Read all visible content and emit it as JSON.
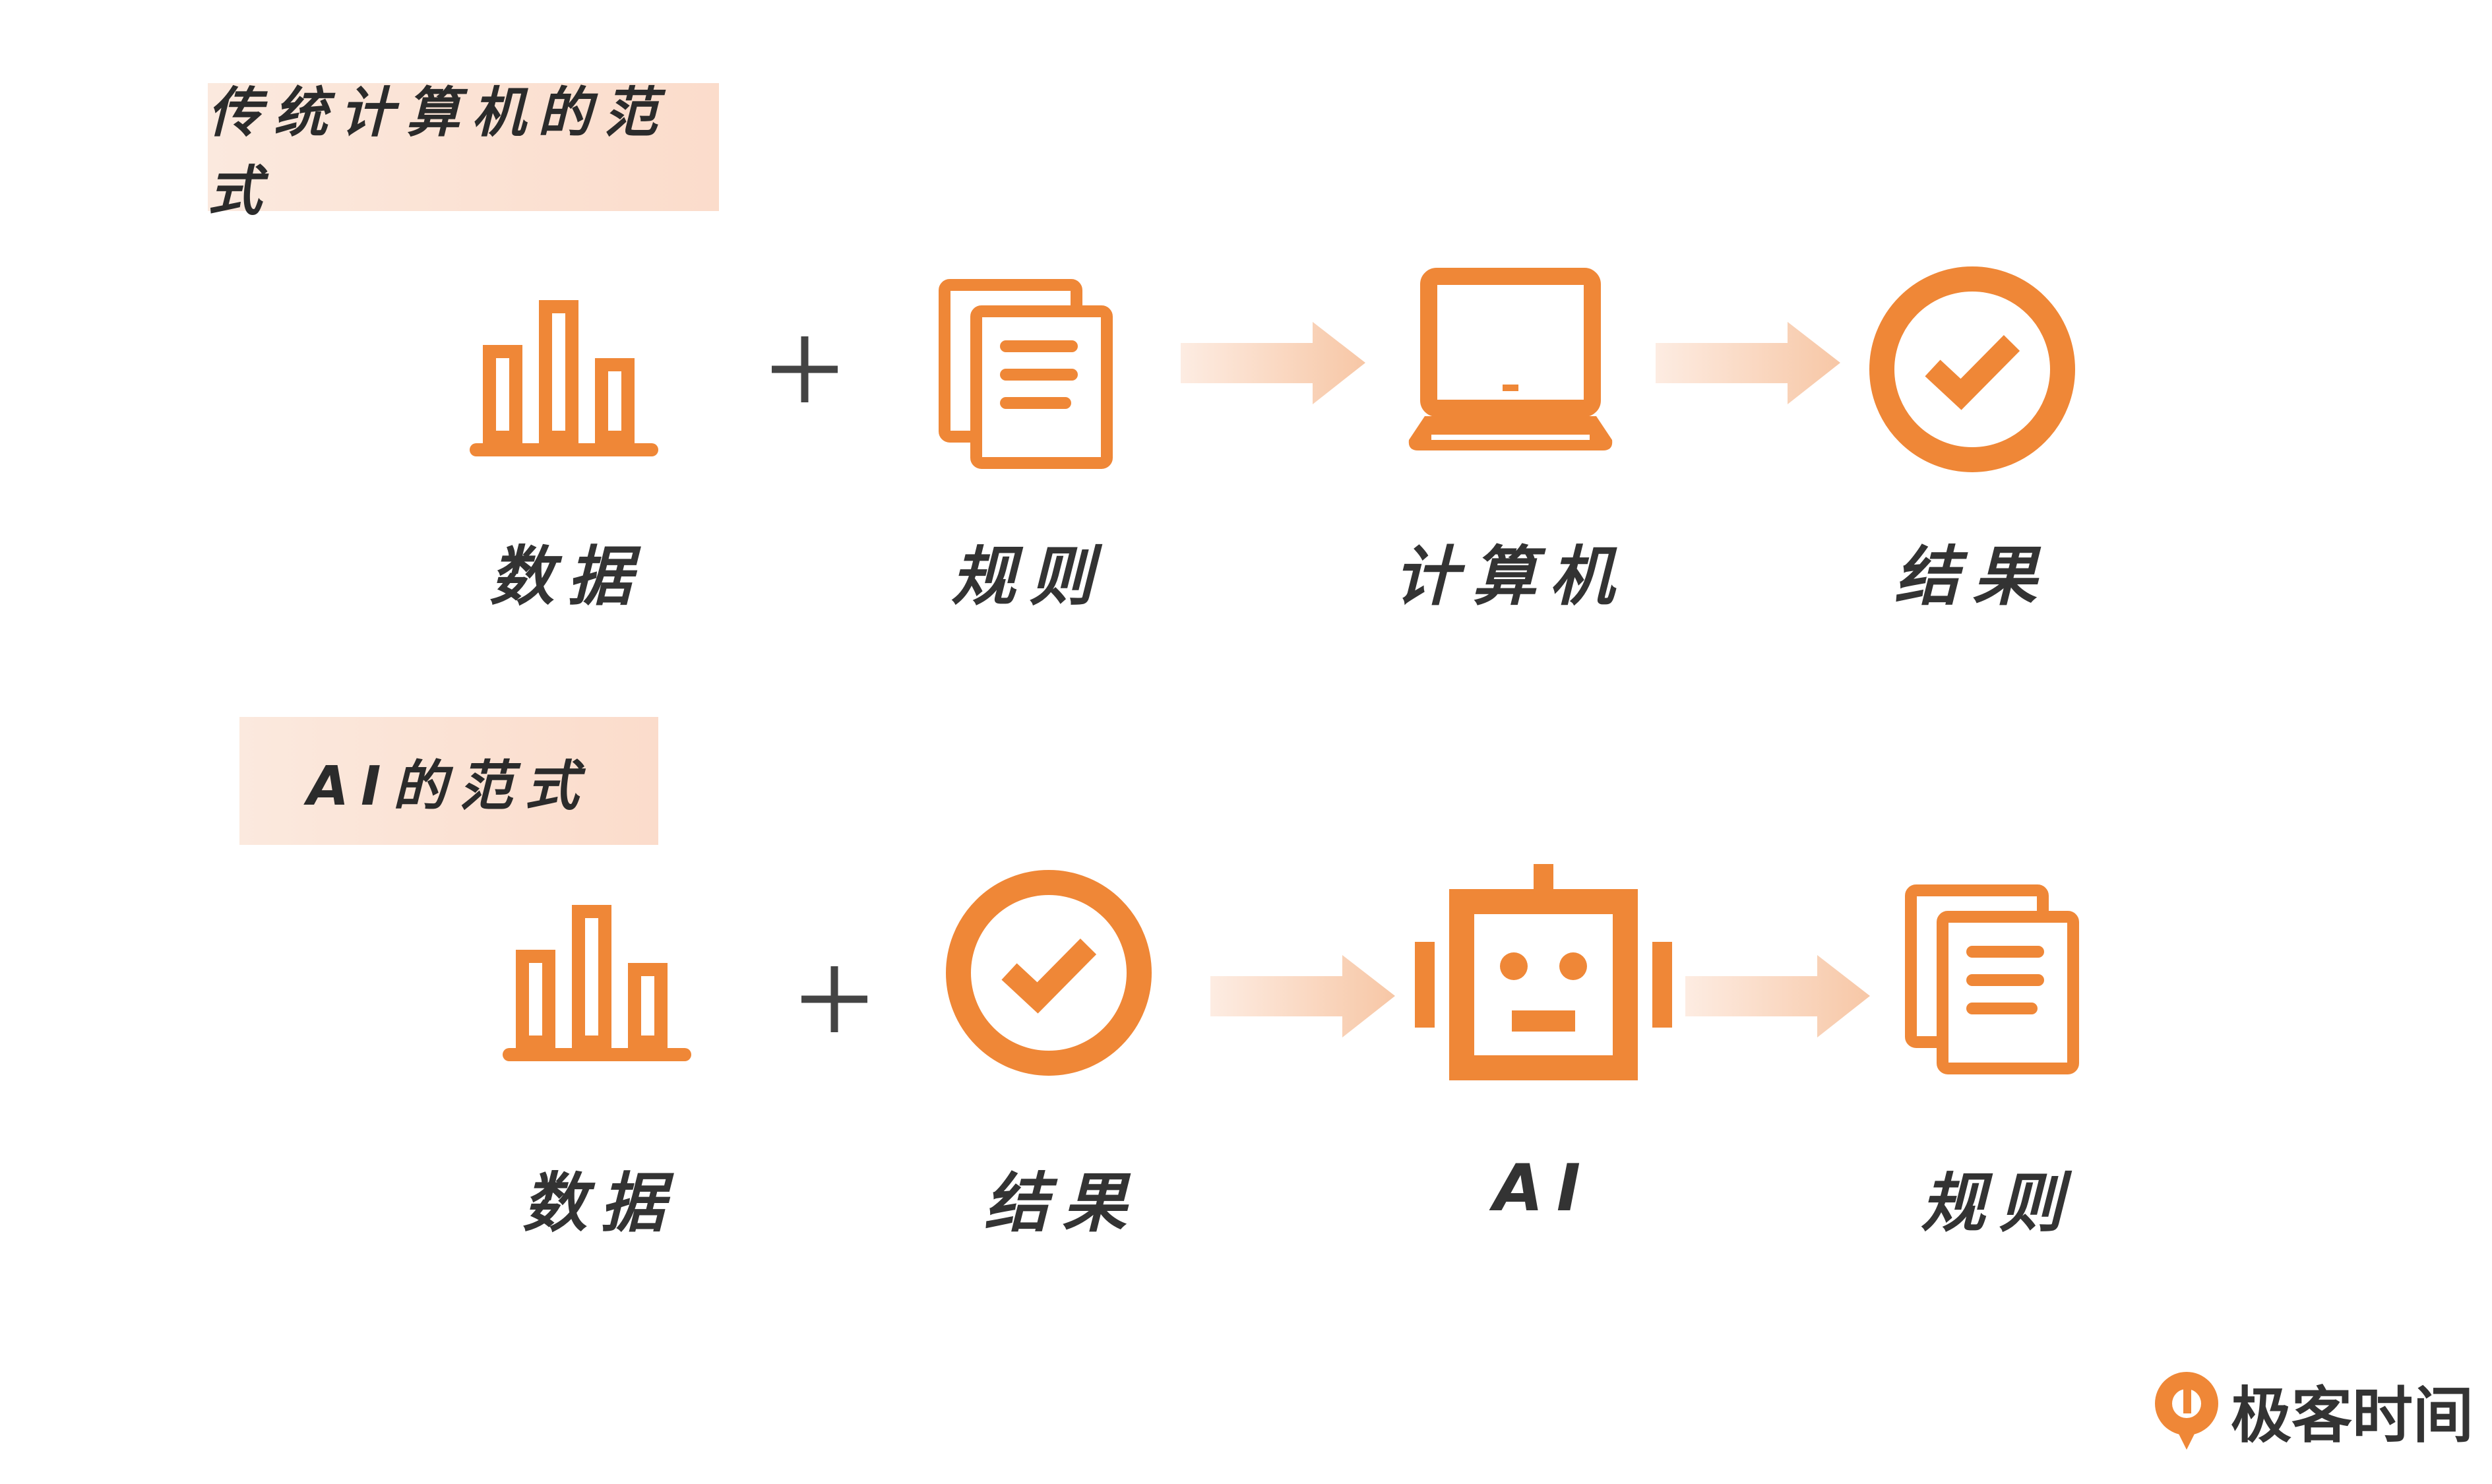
{
  "sections": {
    "traditional": {
      "title": "传统计算机的范式",
      "captions": [
        "数据",
        "规则",
        "计算机",
        "结果"
      ]
    },
    "ai": {
      "title": "AI的范式",
      "captions": [
        "数据",
        "结果",
        "AI",
        "规则"
      ]
    }
  },
  "brand": {
    "name": "极客时间"
  },
  "colors": {
    "accent": "#ef8737",
    "label_bg": "#fbe3d5",
    "text": "#333333"
  },
  "icons": {
    "traditional": [
      "bar-chart-icon",
      "plus-icon",
      "documents-icon",
      "arrow-icon",
      "laptop-icon",
      "arrow-icon",
      "check-circle-icon"
    ],
    "ai": [
      "bar-chart-icon",
      "plus-icon",
      "check-circle-icon",
      "arrow-icon",
      "robot-icon",
      "arrow-icon",
      "documents-icon"
    ]
  }
}
